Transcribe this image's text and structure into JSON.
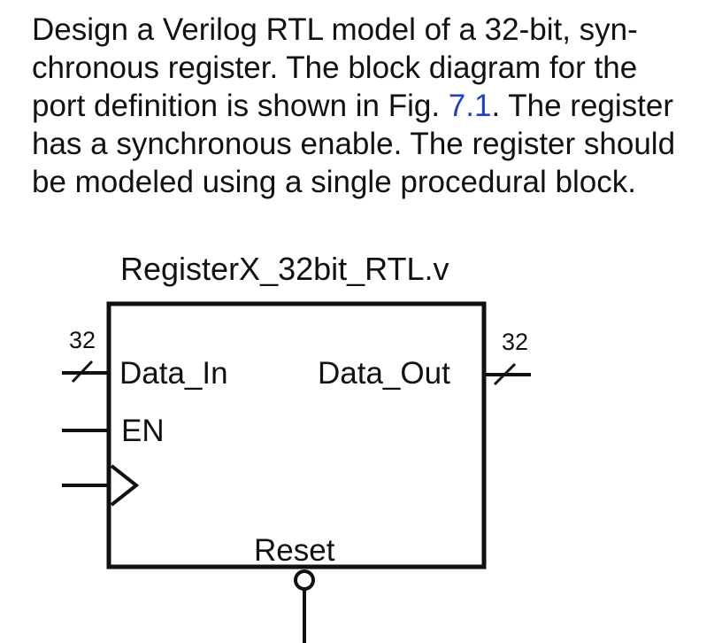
{
  "problem": {
    "line1": "Design a Verilog RTL model of a 32-bit, syn-",
    "line2": "chronous register. The block diagram for the",
    "line3_before": "port definition is shown in Fig. ",
    "line3_link": "7.1",
    "line3_after": ". The register",
    "line4": "has a synchronous enable. The register should",
    "line5": "be modeled using a single procedural block."
  },
  "diagram": {
    "title": "RegisterX_32bit_RTL.v",
    "ports": {
      "data_in": "Data_In",
      "data_out": "Data_Out",
      "en": "EN",
      "reset": "Reset"
    },
    "bus_widths": {
      "data_in": "32",
      "data_out": "32"
    }
  },
  "colors": {
    "text": "#111111",
    "link": "#1f3fc8",
    "line": "#111111"
  }
}
